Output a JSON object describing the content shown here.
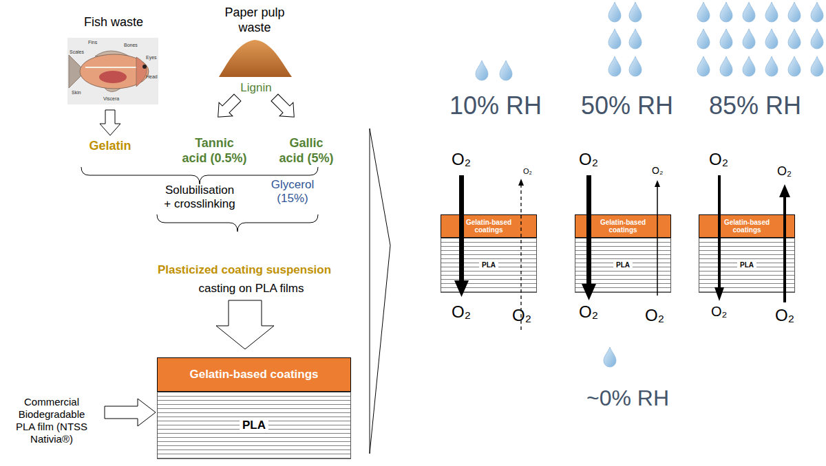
{
  "diagram": {
    "nodes": [
      {
        "text": [
          "Gelatin-based coatings"
        ]
      },
      {
        "text": [
          "PLA"
        ]
      },
      {
        "text": [
          "Gelatin-based coatings"
        ]
      },
      {
        "text": [
          "PLA"
        ]
      },
      {
        "text": [
          "Gelatin-based coatings"
        ]
      },
      {
        "text": [
          "PLA"
        ]
      },
      {
        "text": [
          "Gelatin-based coatings"
        ]
      },
      {
        "text": [
          "PLA"
        ]
      }
    ],
    "labels": [
      "Fish waste",
      "Fins",
      "Scales",
      "Bones",
      "Eyes",
      "Head",
      "Skin",
      "Viscera",
      "Paper pulp waste",
      "Lignin",
      "Gelatin",
      "Tannic acid (0.5%)",
      "Gallic acid (5%)",
      "Solubilisation + crosslinking",
      "Glycerol (15%)",
      "Plasticized coating suspension",
      "casting on PLA films",
      "Commercial Biodegradable PLA film (NTSS Nativia®)",
      "10% RH",
      "50% RH",
      "85% RH",
      "O₂",
      "O₂",
      "O₂",
      "O₂",
      "O₂",
      "O₂",
      "O₂",
      "O₂",
      "O₂",
      "O₂",
      "O₂",
      "O₂",
      "~0% RH"
    ]
  }
}
